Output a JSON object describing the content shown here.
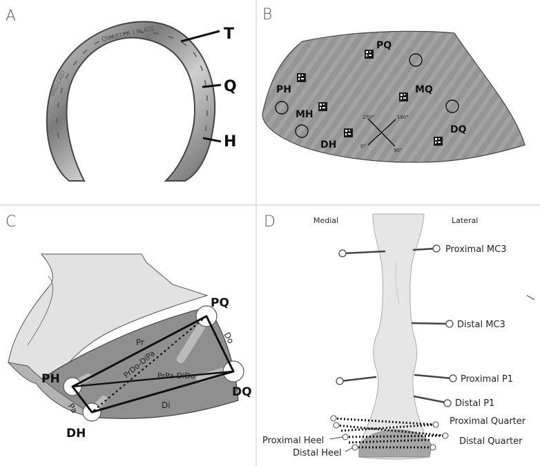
{
  "panels": {
    "a": {
      "letter": "A",
      "labels": {
        "toe": "T",
        "quarter": "Q",
        "heel": "H"
      },
      "engraving": {
        "top": "QUARTER  I  PLATE",
        "left": "PRO-CAST"
      }
    },
    "b": {
      "letter": "B",
      "labels": {
        "pq": "PQ",
        "mq": "MQ",
        "dq": "DQ",
        "ph": "PH",
        "mh": "MH",
        "dh": "DH"
      },
      "angles": {
        "a0": "0°",
        "a90": "90°",
        "a180": "180°",
        "a270": "270°"
      }
    },
    "c": {
      "letter": "C",
      "labels": {
        "pq": "PQ",
        "dq": "DQ",
        "ph": "PH",
        "dh": "DH",
        "pr": "Pr",
        "di": "Di",
        "pa": "Pa",
        "do": "Do",
        "diag1": "PrDo-DiPa",
        "diag2": "PrPa-DiDo"
      }
    },
    "d": {
      "letter": "D",
      "orientation": {
        "medial": "Medial",
        "lateral": "Lateral"
      },
      "markers": {
        "proximal_mc3": "Proximal MC3",
        "distal_mc3": "Distal MC3",
        "proximal_p1": "Proximal P1",
        "distal_p1": "Distal P1",
        "proximal_quarter": "Proximal Quarter",
        "distal_quarter": "Distal Quarter",
        "proximal_heel": "Proximal Heel",
        "distal_heel": "Distal Heel"
      }
    }
  },
  "colors": {
    "divider": "#c8c8c8",
    "hoof_dark": "#8f8f8f",
    "hoof_mid": "#b3b3b3",
    "hoof_light": "#e2e2e2",
    "bone": "#e6e6e6",
    "steel": "#9a9a9a"
  }
}
